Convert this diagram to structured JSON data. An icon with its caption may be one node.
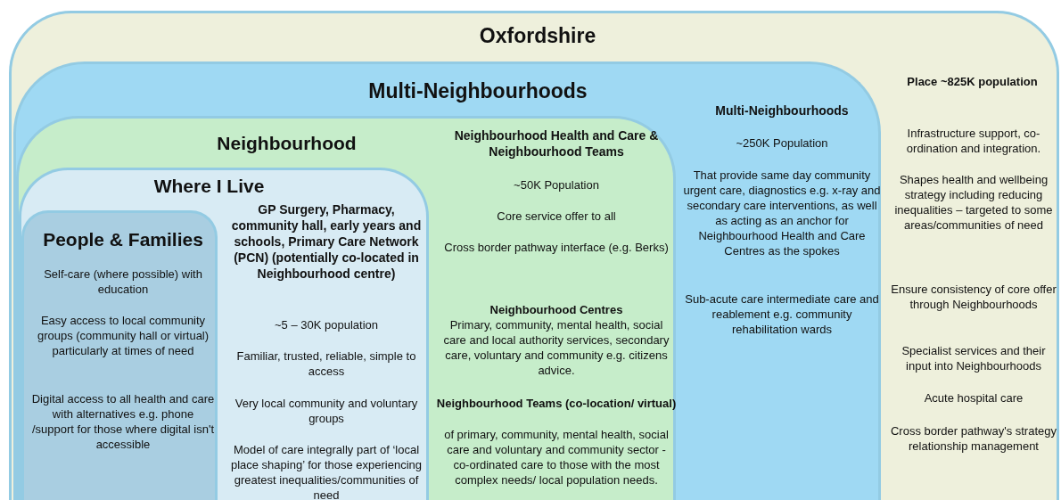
{
  "diagram": {
    "nodes": [
      {
        "text": [
          "Oxfordshire",
          "Place ~825K population",
          "Infrastructure support, co-ordination and integration.",
          "Shapes health and wellbeing strategy including reducing inequalities – targeted to some areas/communities of need",
          "Ensure consistency of core offer through Neighbourhoods",
          "Specialist services and their input into Neighbourhoods",
          "Acute hospital care",
          "Cross border pathway's strategy relationship management"
        ]
      },
      {
        "text": [
          "Multi-Neighbourhoods",
          "Multi-Neighbourhoods",
          "~250K Population",
          "That provide same day community urgent care, diagnostics e.g. x-ray and secondary care interventions, as well as acting as an anchor for Neighbourhood Health and Care Centres as the spokes",
          "Sub-acute care intermediate care and reablement e.g. community rehabilitation wards"
        ],
        "in": 0
      },
      {
        "text": [
          "Neighbourhood",
          "Neighbourhood Health and Care & Neighbourhood Teams",
          "~50K Population",
          "Core service offer to all",
          "Cross border pathway interface (e.g. Berks)",
          "Neighbourhood Centres",
          "Primary, community, mental health, social care and local authority services, secondary care, voluntary and community e.g. citizens advice.",
          "Neighbourhood Teams (co-location/ virtual)",
          "of primary, community, mental health, social care and voluntary and community sector - co-ordinated care to those with the most complex needs/ local population needs."
        ],
        "in": 1
      },
      {
        "text": [
          "Where I Live",
          "GP Surgery, Pharmacy, community hall, early years and schools, Primary Care Network (PCN) (potentially co-located in Neighbourhood centre)",
          "~5 – 30K population",
          "Familiar, trusted, reliable, simple to access",
          "Very local community and voluntary groups",
          "Model of care integrally part of ‘local place shaping’ for those experiencing greatest inequalities/communities of need"
        ],
        "in": 2
      },
      {
        "text": [
          "People & Families",
          "Self-care (where possible) with education",
          "Easy access to local community groups (community hall or virtual) particularly at times of need",
          "Digital access to all health and care with alternatives e.g. phone /support for those where digital isn't accessible"
        ],
        "in": 3
      }
    ]
  }
}
